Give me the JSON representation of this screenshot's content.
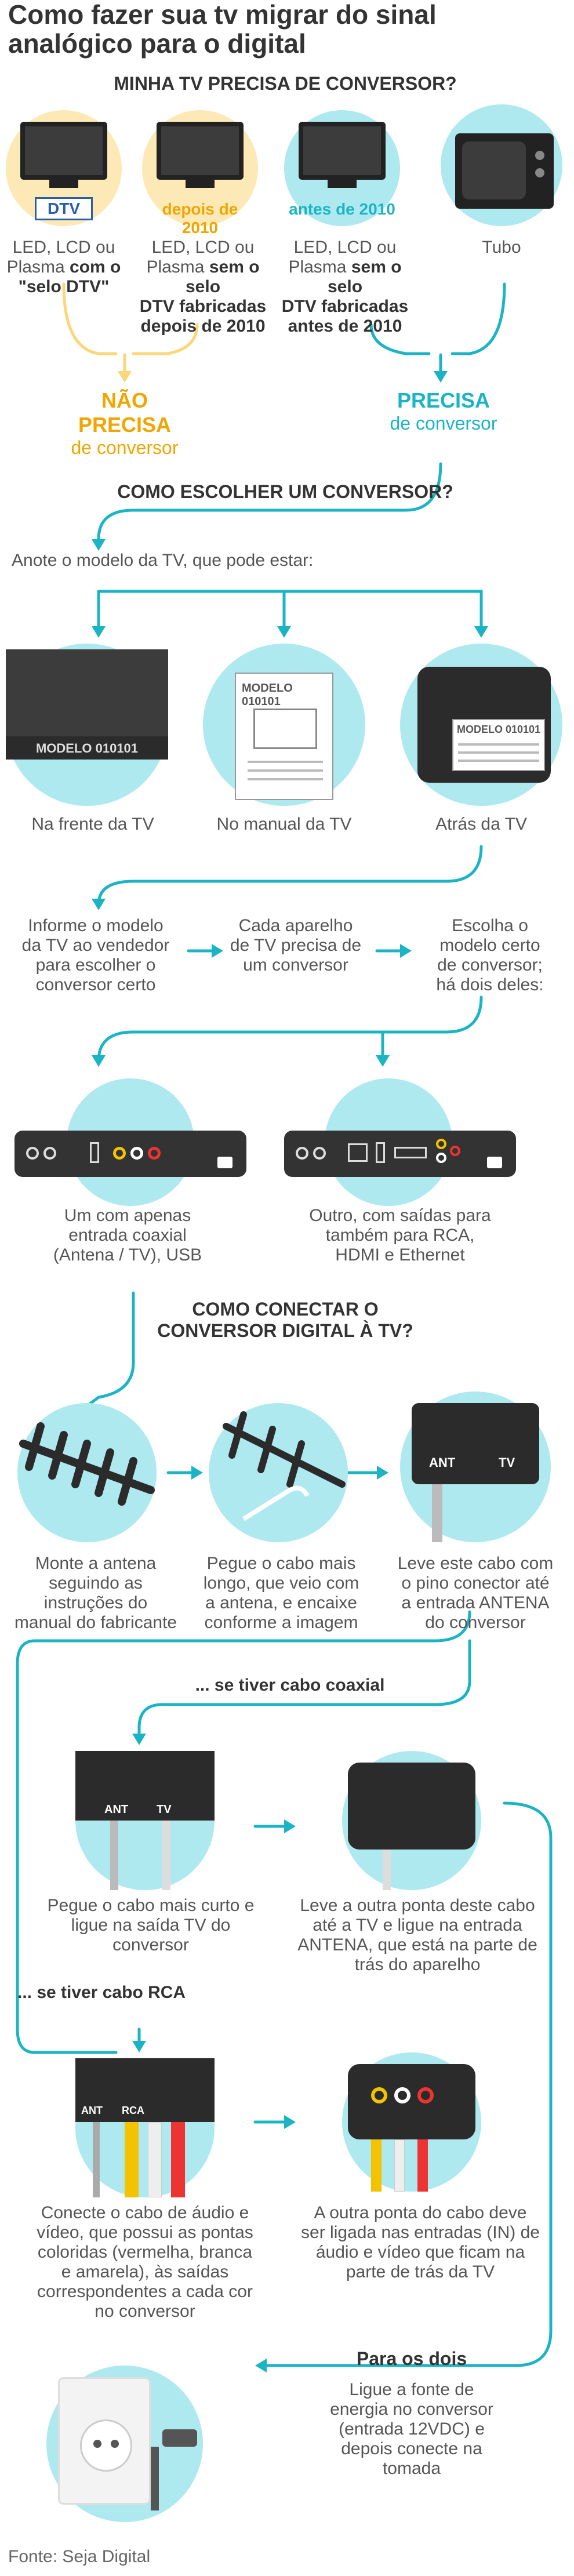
{
  "title_line1": "Como fazer sua tv migrar do sinal",
  "title_line2": "analógico para o digital",
  "sec1_title": "MINHA TV PRECISA DE CONVERSOR?",
  "tv_labels": {
    "dtv": "DTV",
    "after": "depois de 2010",
    "before": "antes de 2010"
  },
  "tv1_a": "LED, LCD ou",
  "tv1_b": "Plasma",
  "tv1_b2": "com o",
  "tv1_c": "\"selo DTV\"",
  "tv2_a": "LED, LCD ou",
  "tv2_b": "Plasma",
  "tv2_b2": "sem o selo",
  "tv2_c": "DTV fabricadas",
  "tv2_d": "depois de 2010",
  "tv3_a": "LED, LCD ou",
  "tv3_b": "Plasma",
  "tv3_b2": "sem o selo",
  "tv3_c": "DTV fabricadas",
  "tv3_d": "antes de 2010",
  "tv4_a": "Tubo",
  "no_need_1": "NÃO PRECISA",
  "no_need_2": "de conversor",
  "need_1": "PRECISA",
  "need_2": "de conversor",
  "sec2_title": "COMO ESCOLHER UM CONVERSOR?",
  "anote": "Anote o modelo da TV, que pode estar:",
  "model_text": "MODELO 010101",
  "loc1": "Na frente da TV",
  "loc2": "No manual da TV",
  "loc3": "Atrás da TV",
  "step1": [
    "Informe o modelo",
    "da TV ao vendedor",
    "para escolher o",
    "conversor certo"
  ],
  "step2": [
    "Cada aparelho",
    "de TV precisa de",
    "um conversor"
  ],
  "step3": [
    "Escolha o",
    "modelo certo",
    "de conversor;",
    "há dois deles:"
  ],
  "conv1": [
    "Um com apenas",
    "entrada coaxial",
    "(Antena / TV), USB"
  ],
  "conv2": [
    "Outro, com saídas para",
    "também para RCA,",
    "HDMI e Ethernet"
  ],
  "sec3_title_1": "COMO CONECTAR O",
  "sec3_title_2": "CONVERSOR DIGITAL À TV?",
  "ant1": [
    "Monte a antena",
    "seguindo as",
    "instruções do",
    "manual do fabricante"
  ],
  "ant2": [
    "Pegue o cabo mais",
    "longo, que veio com",
    "a antena, e encaixe",
    "conforme a imagem"
  ],
  "ant3": [
    "Leve este cabo com",
    "o pino conector até",
    "a entrada ANTENA",
    "do conversor"
  ],
  "port_labels": {
    "ant": "ANT",
    "tv": "TV",
    "rca": "RCA"
  },
  "coax_title": "... se tiver cabo coaxial",
  "coax1": [
    "Pegue o cabo mais curto e",
    "ligue na saída TV do",
    "conversor"
  ],
  "coax2": [
    "Leve a outra ponta deste cabo",
    "até a TV e ligue na entrada",
    "ANTENA, que está na parte de",
    "trás do aparelho"
  ],
  "rca_title": "... se tiver cabo RCA",
  "rca1": [
    "Conecte o cabo de áudio e",
    "vídeo, que possui as pontas",
    "coloridas (vermelha, branca",
    "e amarela), às saídas",
    "correspondentes a cada cor",
    "no conversor"
  ],
  "rca2": [
    "A outra ponta do cabo deve",
    "ser ligada nas entradas (IN) de",
    "áudio e vídeo que ficam na",
    "parte de trás da TV"
  ],
  "both_title": "Para os dois",
  "both": [
    "Ligue a fonte de",
    "energia no conversor",
    "(entrada 12VDC) e",
    "depois conecte na",
    "tomada"
  ],
  "source": "Fonte: Seja Digital",
  "colors": {
    "teal": "#1bb4c4",
    "circle": "#aee9f0",
    "yellow": "#fde9b5",
    "gold": "#f0a500"
  }
}
